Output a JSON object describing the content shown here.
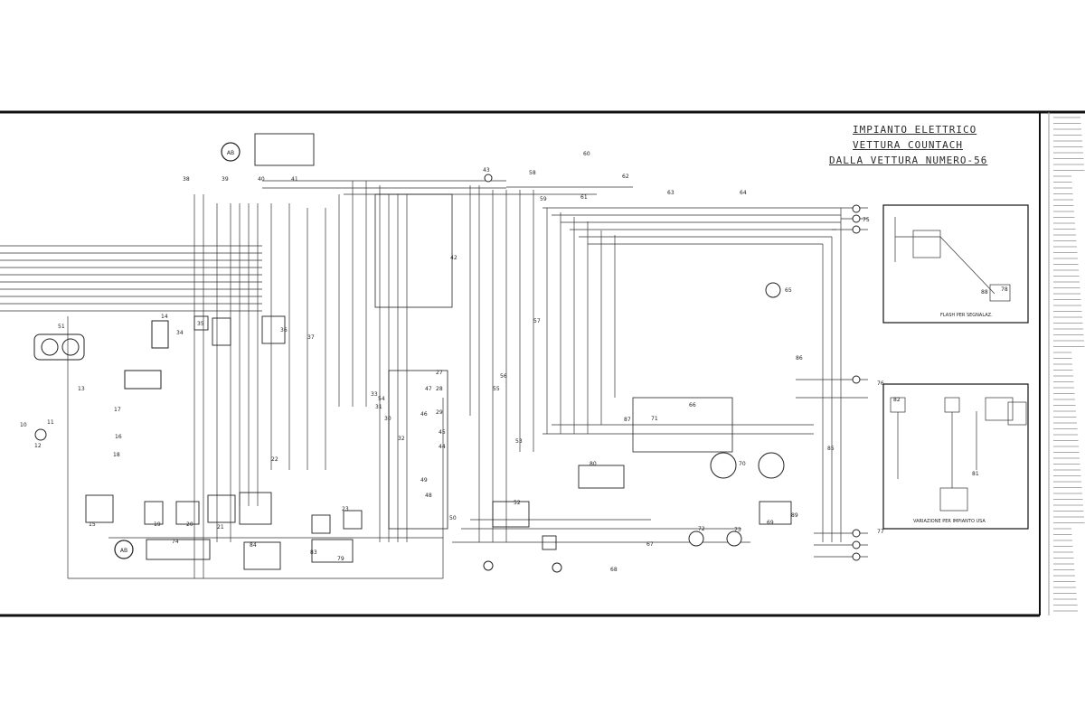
{
  "title": {
    "line1": "IMPIANTO ELETTRICO",
    "line2": "VETTURA COUNTACH",
    "line3": "DALLA VETTURA NUMERO-56"
  },
  "tags": {
    "top": "AB",
    "bottom": "AB"
  },
  "inset_boxes": [
    {
      "caption": "FLASH PER SEGNALAZ."
    },
    {
      "caption": "VARIAZIONE PER IMPIANTO USA"
    }
  ],
  "component_numbers": [
    "10",
    "11",
    "12",
    "13",
    "14",
    "15",
    "16",
    "17",
    "18",
    "19",
    "20",
    "21",
    "22",
    "23",
    "27",
    "28",
    "29",
    "30",
    "31",
    "32",
    "33",
    "34",
    "35",
    "36",
    "37",
    "38",
    "39",
    "40",
    "41",
    "42",
    "43",
    "44",
    "45",
    "46",
    "47",
    "48",
    "49",
    "50",
    "51",
    "52",
    "53",
    "54",
    "55",
    "56",
    "57",
    "58",
    "59",
    "60",
    "61",
    "62",
    "63",
    "64",
    "65",
    "66",
    "67",
    "68",
    "69",
    "70",
    "71",
    "72",
    "73",
    "74",
    "75",
    "76",
    "77",
    "78",
    "79",
    "80",
    "81",
    "82",
    "83",
    "84",
    "85",
    "86",
    "87",
    "88",
    "89"
  ]
}
